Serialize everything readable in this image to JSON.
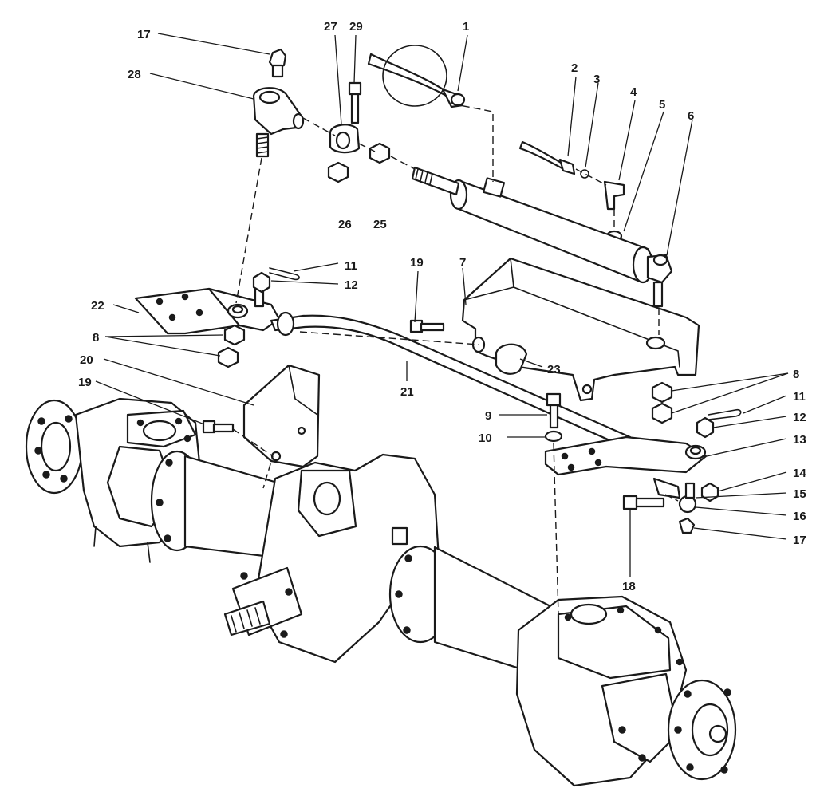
{
  "callouts": [
    {
      "id": "c1",
      "text": "1"
    },
    {
      "id": "c2",
      "text": "2"
    },
    {
      "id": "c3",
      "text": "3"
    },
    {
      "id": "c4",
      "text": "4"
    },
    {
      "id": "c5",
      "text": "5"
    },
    {
      "id": "c6",
      "text": "6"
    },
    {
      "id": "c7",
      "text": "7"
    },
    {
      "id": "c8a",
      "text": "8"
    },
    {
      "id": "c8b",
      "text": "8"
    },
    {
      "id": "c9",
      "text": "9"
    },
    {
      "id": "c10",
      "text": "10"
    },
    {
      "id": "c11a",
      "text": "11"
    },
    {
      "id": "c11b",
      "text": "11"
    },
    {
      "id": "c12a",
      "text": "12"
    },
    {
      "id": "c12b",
      "text": "12"
    },
    {
      "id": "c13",
      "text": "13"
    },
    {
      "id": "c14",
      "text": "14"
    },
    {
      "id": "c15",
      "text": "15"
    },
    {
      "id": "c16",
      "text": "16"
    },
    {
      "id": "c17a",
      "text": "17"
    },
    {
      "id": "c17b",
      "text": "17"
    },
    {
      "id": "c18",
      "text": "18"
    },
    {
      "id": "c19a",
      "text": "19"
    },
    {
      "id": "c19b",
      "text": "19"
    },
    {
      "id": "c20",
      "text": "20"
    },
    {
      "id": "c21",
      "text": "21"
    },
    {
      "id": "c22",
      "text": "22"
    },
    {
      "id": "c23",
      "text": "23"
    },
    {
      "id": "c25",
      "text": "25"
    },
    {
      "id": "c26",
      "text": "26"
    },
    {
      "id": "c27",
      "text": "27"
    },
    {
      "id": "c28",
      "text": "28"
    },
    {
      "id": "c29",
      "text": "29"
    }
  ]
}
